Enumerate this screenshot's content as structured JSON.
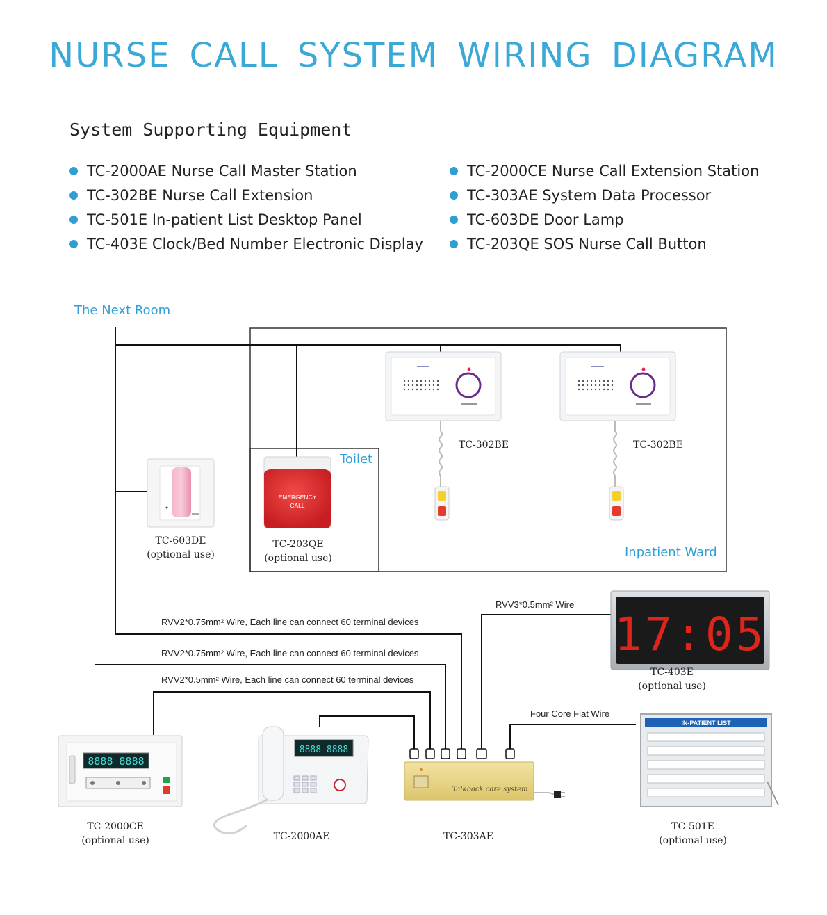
{
  "title": "NURSE CALL SYSTEM WIRING DIAGRAM",
  "equipment": {
    "heading": "System Supporting Equipment",
    "left": [
      "TC-2000AE Nurse Call Master Station",
      "TC-302BE Nurse Call Extension",
      "TC-501E In-patient List Desktop Panel",
      "TC-403E Clock/Bed Number Electronic Display"
    ],
    "right": [
      "TC-2000CE Nurse Call Extension Station",
      "TC-303AE System Data Processor",
      "TC-603DE Door Lamp",
      "TC-203QE SOS Nurse Call Button"
    ]
  },
  "areas": {
    "next_room": "The Next Room",
    "toilet": "Toilet",
    "inpatient_ward": "Inpatient Ward"
  },
  "wires": {
    "wire1": "RVV2*0.75mm²  Wire, Each line can connect 60 terminal devices",
    "wire2": "RVV2*0.75mm²  Wire, Each line can connect 60 terminal devices",
    "wire3": "RVV2*0.5mm²  Wire, Each line can connect 60 terminal devices",
    "wire_clock": "RVV3*0.5mm² Wire",
    "wire_flat": "Four Core Flat Wire"
  },
  "devices": {
    "ext1": {
      "model": "TC-302BE"
    },
    "ext2": {
      "model": "TC-302BE"
    },
    "door_lamp": {
      "model": "TC-603DE",
      "note": "(optional use)"
    },
    "sos": {
      "model": "TC-203QE",
      "note": "(optional use)",
      "face_line1": "EMERGENCY",
      "face_line2": "CALL"
    },
    "clock": {
      "model": "TC-403E",
      "note": "(optional use)",
      "time": "17:05"
    },
    "ext_station": {
      "model": "TC-2000CE",
      "note": "(optional use)",
      "display": "8888 8888"
    },
    "master": {
      "model": "TC-2000AE",
      "display": "8888 8888"
    },
    "processor": {
      "model": "TC-303AE",
      "script": "Talkback care system"
    },
    "list_panel": {
      "model": "TC-501E",
      "note": "(optional use)",
      "header": "IN-PATIENT LIST"
    }
  },
  "colors": {
    "title": "#3aa9d6",
    "accent": "#2ea0d5",
    "wire": "#111111",
    "sos_red": "#d8262b",
    "clock_digits": "#e0241b",
    "processor_yellow": "#ecd98c"
  }
}
